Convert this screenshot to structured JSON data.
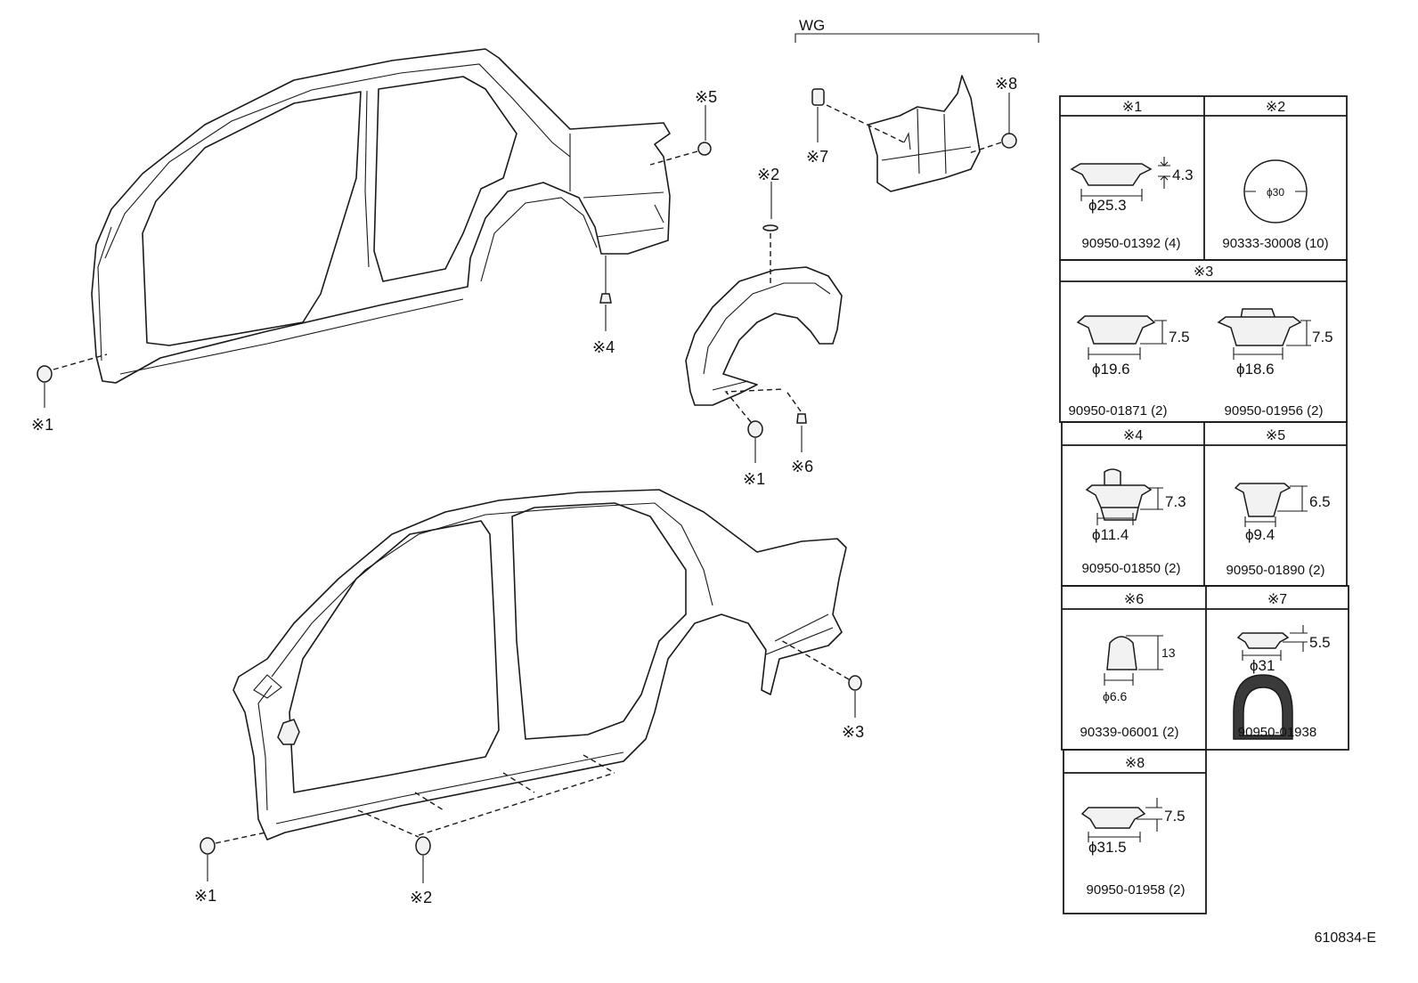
{
  "inset": {
    "label": "WG"
  },
  "callouts": {
    "c5": "※5",
    "c2_top": "※2",
    "c8": "※8",
    "c7": "※7",
    "c4": "※4",
    "c1_left": "※1",
    "c1_center": "※1",
    "c6": "※6",
    "c3": "※3",
    "c1_bottom": "※1",
    "c2_bottom": "※2"
  },
  "parts": [
    {
      "mark": "※1",
      "height": "4.3",
      "diameter": "ϕ25.3",
      "part_no": "90950-01392 (4)"
    },
    {
      "mark": "※2",
      "diameter": "ϕ30",
      "part_no": "90333-30008 (10)"
    },
    {
      "mark": "※3",
      "variants": [
        {
          "height": "7.5",
          "diameter": "ϕ19.6",
          "part_no": "90950-01871 (2)"
        },
        {
          "height": "7.5",
          "diameter": "ϕ18.6",
          "part_no": "90950-01956 (2)"
        }
      ]
    },
    {
      "mark": "※4",
      "height": "7.3",
      "diameter": "ϕ11.4",
      "part_no": "90950-01850 (2)"
    },
    {
      "mark": "※5",
      "height": "6.5",
      "diameter": "ϕ9.4",
      "part_no": "90950-01890 (2)"
    },
    {
      "mark": "※6",
      "height": "13",
      "diameter": "ϕ6.6",
      "part_no": "90339-06001 (2)"
    },
    {
      "mark": "※7",
      "height": "5.5",
      "diameter": "ϕ31",
      "part_no": "90950-01938"
    },
    {
      "mark": "※8",
      "height": "7.5",
      "diameter": "ϕ31.5",
      "part_no": "90950-01958 (2)"
    }
  ],
  "figure_code": "610834-E"
}
